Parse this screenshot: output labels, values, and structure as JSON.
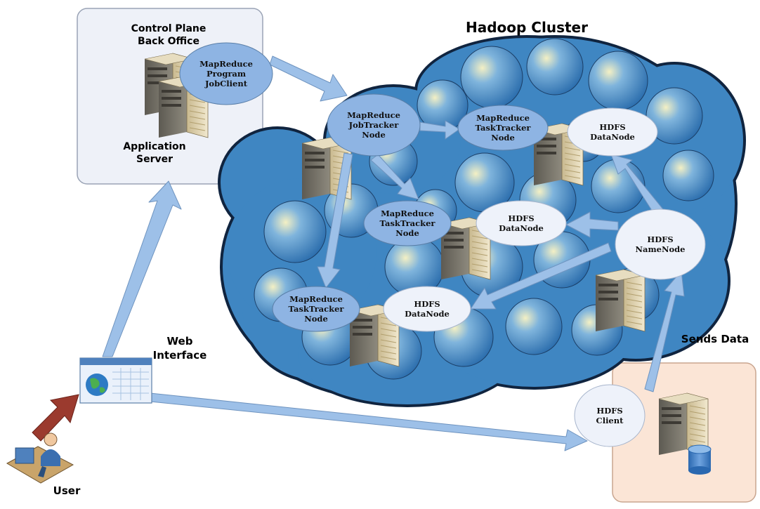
{
  "title": "Hadoop Cluster",
  "control_plane": {
    "line1": "Control Plane",
    "line2": "Back Office"
  },
  "app_server": {
    "line1": "Application",
    "line2": "Server"
  },
  "web_interface": {
    "line1": "Web",
    "line2": "Interface"
  },
  "user_label": "User",
  "sends_data": "Sends Data",
  "nodes": {
    "mr_program": [
      "MapReduce",
      "Program",
      "JobClient"
    ],
    "jobtracker": [
      "MapReduce",
      "JobTracker",
      "Node"
    ],
    "tt_top": [
      "MapReduce",
      "TaskTracker",
      "Node"
    ],
    "dn_top": [
      "HDFS",
      "DataNode"
    ],
    "tt_mid": [
      "MapReduce",
      "TaskTracker",
      "Node"
    ],
    "dn_mid": [
      "HDFS",
      "DataNode"
    ],
    "tt_bot": [
      "MapReduce",
      "TaskTracker",
      "Node"
    ],
    "dn_bot": [
      "HDFS",
      "DataNode"
    ],
    "namenode": [
      "HDFS",
      "NameNode"
    ],
    "client": [
      "HDFS",
      "Client"
    ]
  },
  "colors": {
    "cloud": "#3f86c2",
    "cloud_edge": "#10243f",
    "control_box": "#eef1f8",
    "client_box": "#fbe5d6",
    "node_blue": "#8eb4e3",
    "node_white": "#eef2fa",
    "arrow": "#9dc0e8",
    "user_arrow": "#9b3a2e"
  }
}
